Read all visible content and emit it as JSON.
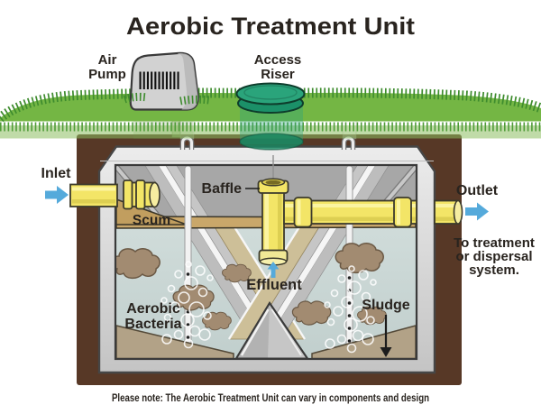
{
  "title": "Aerobic Treatment Unit",
  "footnote": "Please note: The Aerobic Treatment Unit can vary in components and design",
  "labels": {
    "air_pump": [
      "Air",
      "Pump"
    ],
    "access_riser": [
      "Access",
      "Riser"
    ],
    "inlet": "Inlet",
    "outlet": "Outlet",
    "outlet_destination": [
      "To treatment",
      "or dispersal",
      "system."
    ],
    "baffle": "Baffle",
    "scum": "Scum",
    "effluent": "Effluent",
    "aerobic_bacteria": [
      "Aerobic",
      "Bacteria"
    ],
    "sludge": "Sludge"
  },
  "colors": {
    "text_dark": "#29241f",
    "grass_green": "#74b644",
    "grass_blade_dark": "#3e8c2e",
    "grass_pale": "#8cbe60",
    "soil_brown": "#573826",
    "tank_gray": "#d8d8d8",
    "headspace_gray": "#a7a7a7",
    "water_gray_blue": "#ccd8d6",
    "scum_tan": "#c9a76a",
    "floor_tan": "#b2a287",
    "sludge_brown": "#a28b71",
    "pipe_yellow": "#f3e567",
    "arrow_blue": "#55aadb",
    "riser_teal": "#2aa47b",
    "pump_gray": "#d2d2d2"
  }
}
